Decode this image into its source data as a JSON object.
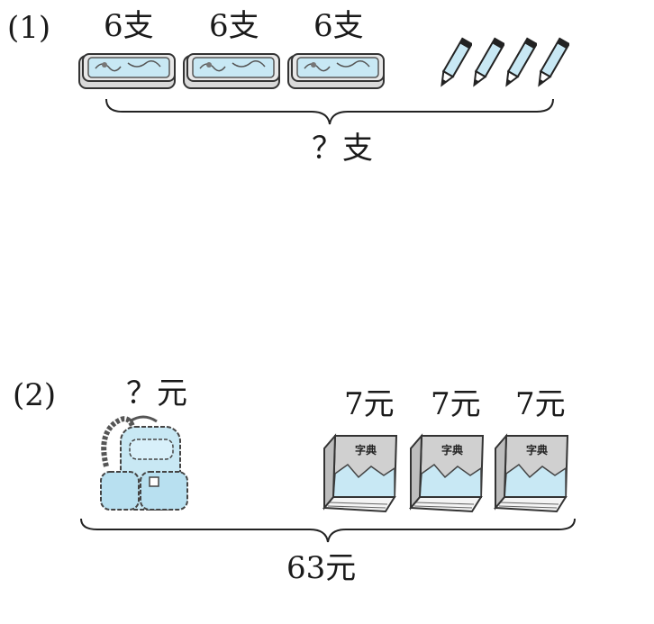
{
  "problem1": {
    "number": "(1)",
    "box_labels": [
      "6支",
      "6支",
      "6支"
    ],
    "total_label": "？支",
    "pencil_count": 4,
    "icons": {
      "case": "pencil-case-icon",
      "pencil": "pencil-icon"
    }
  },
  "problem2": {
    "number": "(2)",
    "bag_label": "？元",
    "book_labels": [
      "7元",
      "7元",
      "7元"
    ],
    "book_title": "字典",
    "total_label": "63元",
    "icons": {
      "bag": "backpack-icon",
      "book": "dictionary-icon"
    }
  },
  "colors": {
    "ink": "#1a1a1a",
    "light_blue": "#c8e8f4",
    "gray": "#d6d6d6"
  }
}
